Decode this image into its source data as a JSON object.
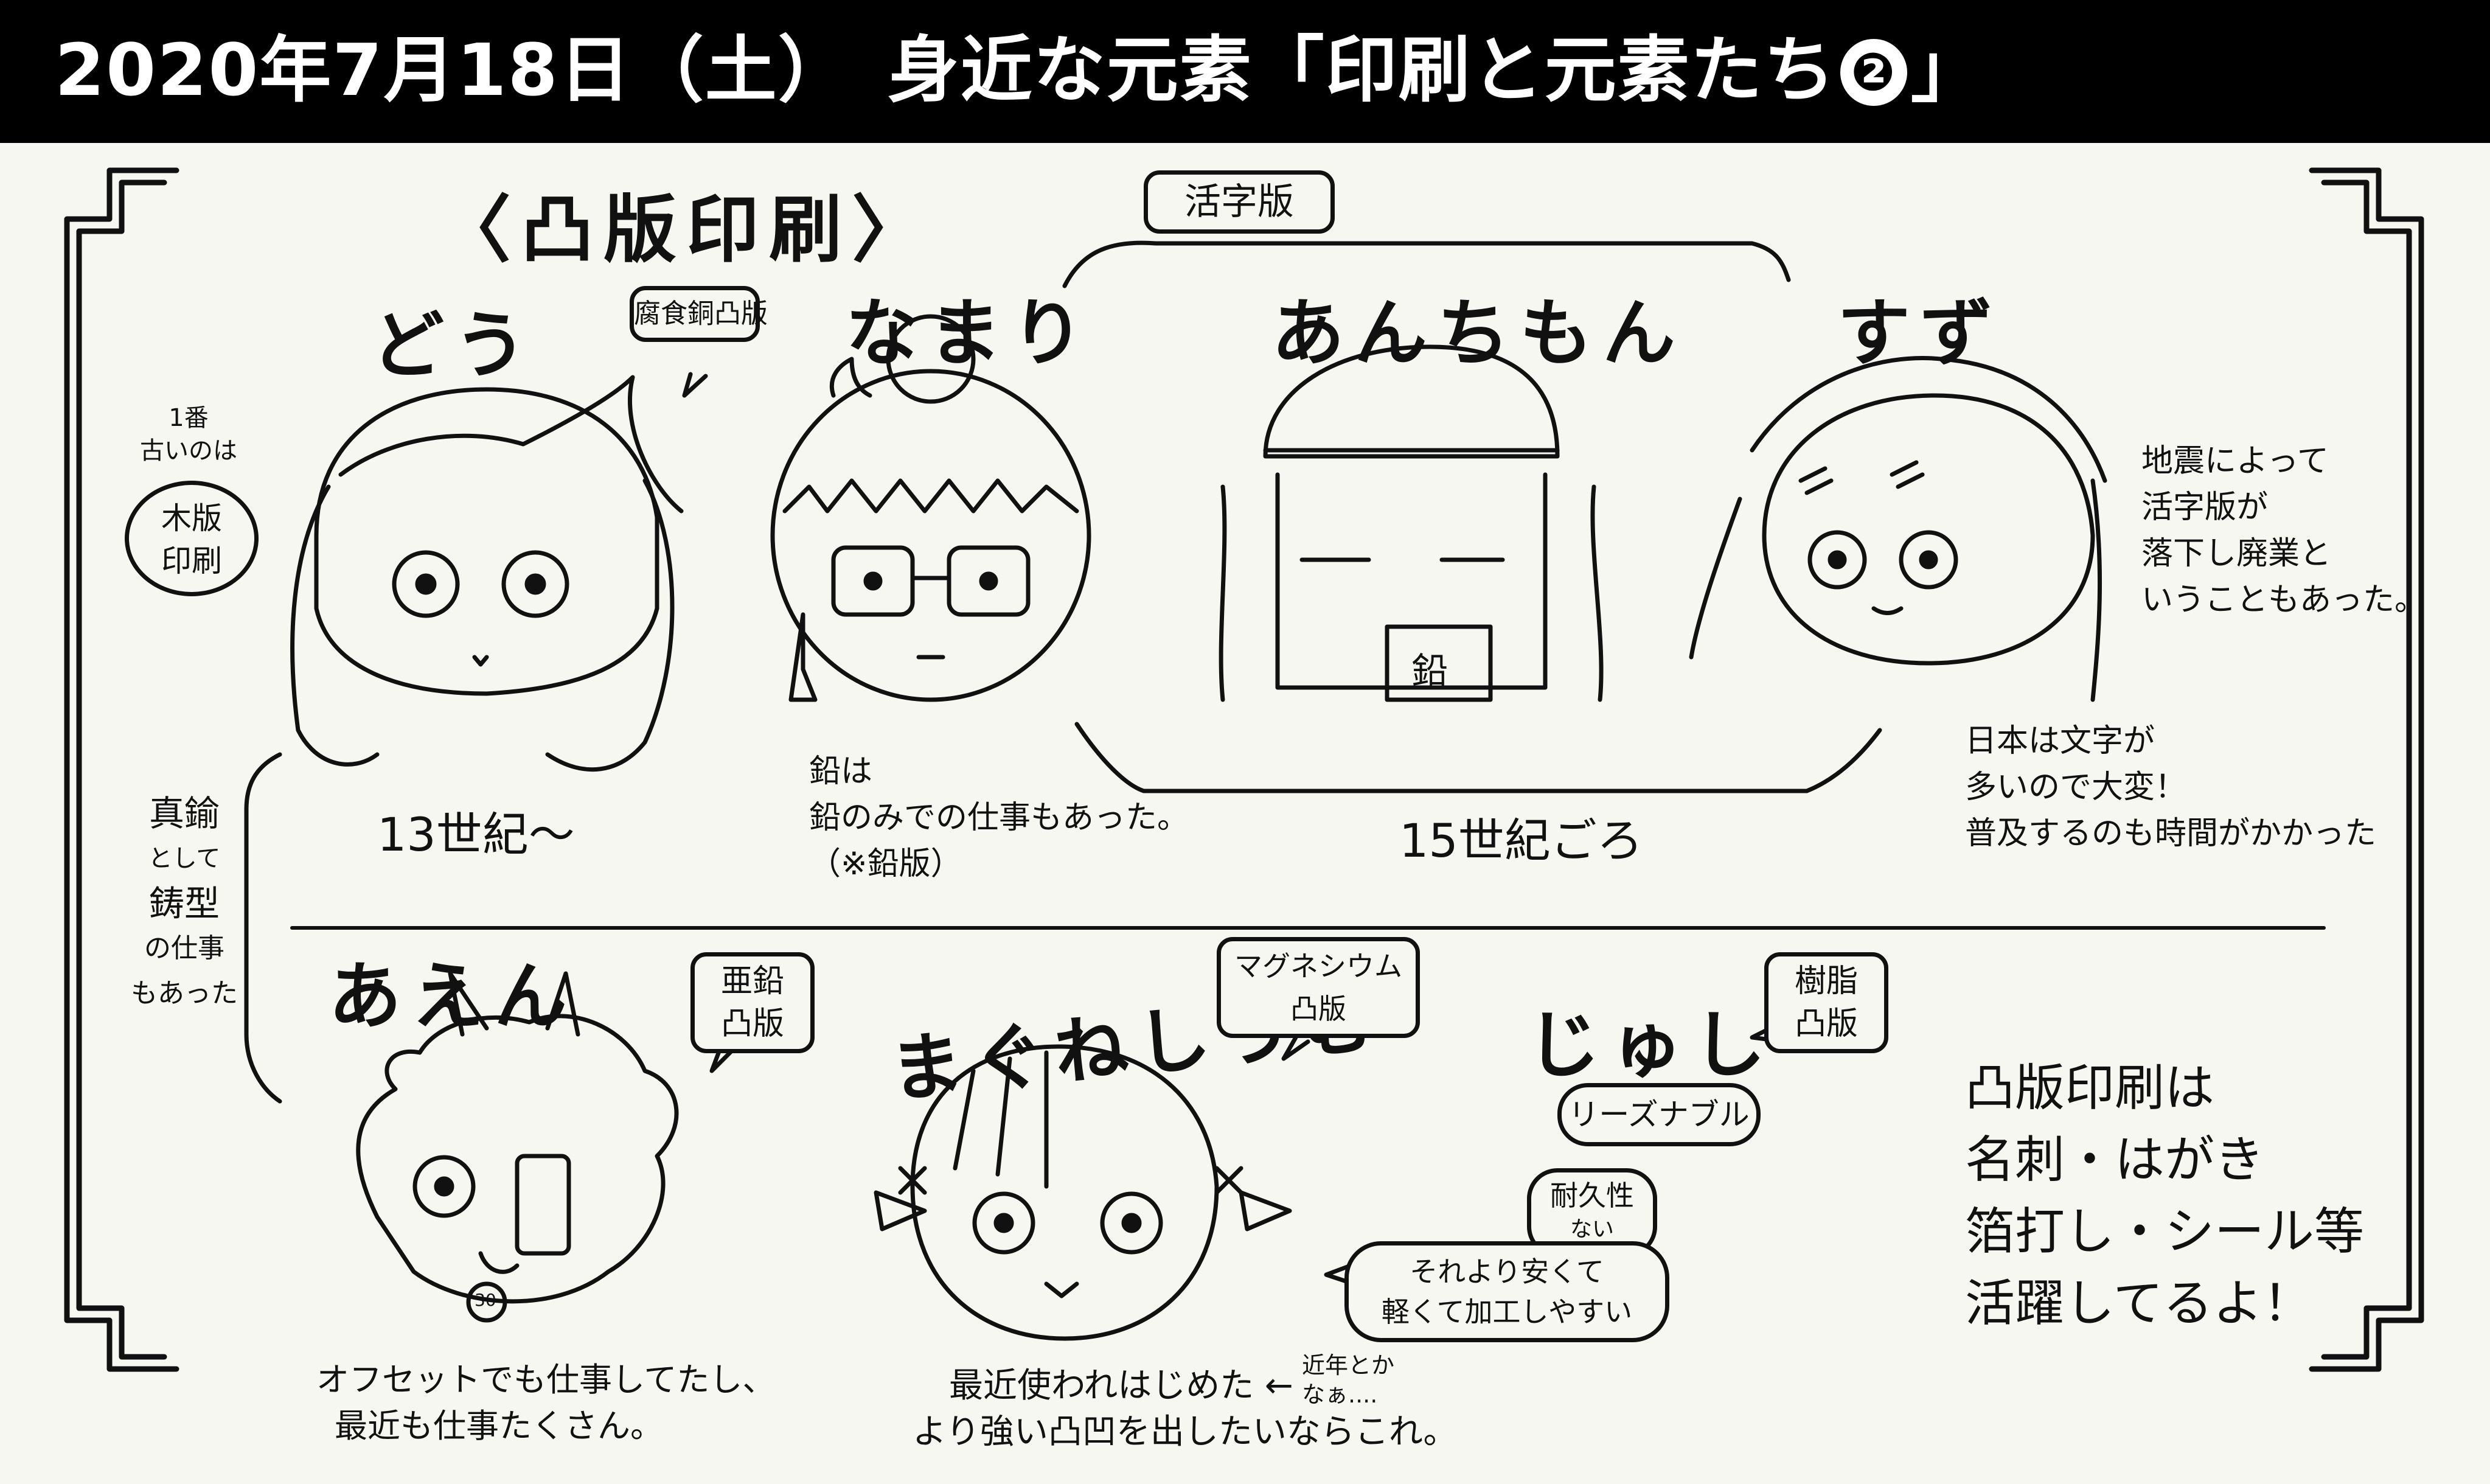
{
  "header": {
    "date": "2020年7月18日（土）",
    "title_prefix": "身近な元素「印刷と元素たち",
    "title_number": "❷",
    "title_suffix": "」"
  },
  "section_title": "〈凸版印刷〉",
  "katsuji_label": "活字版",
  "top_row": {
    "dou": {
      "name": "どう",
      "tag": "腐食銅凸版",
      "era": "13世紀〜"
    },
    "namari": {
      "name": "なまり",
      "note_line1": "鉛は",
      "note_line2": "鉛のみでの仕事もあった。",
      "note_line3": "（※鉛版）"
    },
    "antimony": {
      "name": "あんちもん",
      "stamp": "鉛"
    },
    "suzu": {
      "name": "すず"
    },
    "era_15": "15世紀ごろ"
  },
  "side_notes": {
    "oldest_line1": "1番",
    "oldest_line2": "古いのは",
    "mokuhan_line1": "木版",
    "mokuhan_line2": "印刷",
    "shinchu_line1": "真鍮",
    "shinchu_line2": "として",
    "shinchu_line3": "鋳型",
    "shinchu_line4": "の仕事",
    "shinchu_line5": "もあった",
    "earthquake_line1": "地震によって",
    "earthquake_line2": "活字版が",
    "earthquake_line3": "落下し廃業と",
    "earthquake_line4": "いうこともあった。",
    "japan_line1": "日本は文字が",
    "japan_line2": "多いので大変！",
    "japan_line3": "普及するのも時間がかかった"
  },
  "bottom_row": {
    "aen": {
      "name": "あえん",
      "tag_line1": "亜鉛",
      "tag_line2": "凸版",
      "note_line1": "オフセットでも仕事してたし、",
      "note_line2": "最近も仕事たくさん。",
      "badge": "30"
    },
    "magnesium": {
      "name": "まぐねしうむ",
      "tag_line1": "マグネシウム",
      "tag_line2": "凸版",
      "bubble_line1": "それより安くて",
      "bubble_line2": "軽くて加工しやすい",
      "note_line1": "最近使われはじめた ←",
      "aside_line1": "近年とか",
      "aside_line2": "なぁ....",
      "note_line2": "より強い凸凹を出したいならこれ。"
    },
    "jushi": {
      "name": "じゅし",
      "tag_line1": "樹脂",
      "tag_line2": "凸版",
      "bubble1": "リーズナブル",
      "bubble2_line1": "耐久性",
      "bubble2_line2": "ない"
    }
  },
  "summary": {
    "line1": "凸版印刷は",
    "line2": "名刺・はがき",
    "line3": "箔打し・シール等",
    "line4": "活躍してるよ！"
  }
}
